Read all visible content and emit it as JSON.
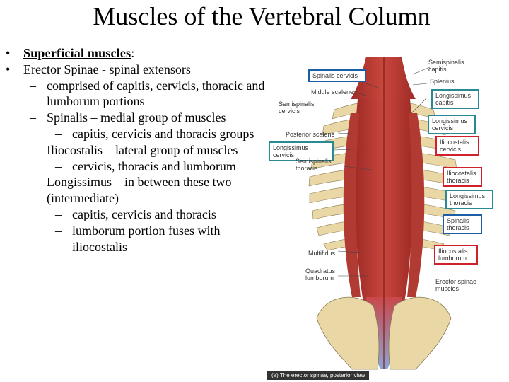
{
  "slide": {
    "title": "Muscles of the Vertebral Column",
    "bullets": {
      "b1_label": "Superficial muscles",
      "b1_suffix": ":",
      "b2": "Erector Spinae - spinal extensors",
      "b2_sub1": "comprised of capitis, cervicis, thoracic and lumborum portions",
      "b2_sub2": "Spinalis – medial group of muscles",
      "b2_sub2_sub1": "capitis, cervicis and thoracis groups",
      "b2_sub3": "Iliocostalis – lateral group of muscles",
      "b2_sub3_sub1": "cervicis, thoracis and lumborum",
      "b2_sub4": "Longissimus – in between these two (intermediate)",
      "b2_sub4_sub1": "capitis, cervicis and thoracis",
      "b2_sub4_sub2": "lumborum portion fuses with iliocostalis"
    },
    "markers": {
      "level1": "•",
      "level2": "–",
      "level3": "–"
    }
  },
  "figure": {
    "caption": "(a) The erector spinae, posterior view",
    "plain_labels": {
      "semispinalis_capitis": "Semispinalis capitis",
      "splenius": "Splenius",
      "middle_scalene": "Middle scalene",
      "semispinalis_cervicis": "Semispinalis cervicis",
      "posterior_scalene": "Posterior scalene",
      "semispinalis_thoracis": "Semispinalis thoracis",
      "multifidus": "Multifidus",
      "quadratus_lumborum": "Quadratus lumborum",
      "erector_spinae_muscles": "Erector spinae muscles"
    },
    "boxed_labels": {
      "spinalis_cervicis": "Spinalis cervicis",
      "longissimus_cervicis_left": "Longissimus cervicis",
      "longissimus_capitis": "Longissimus capitis",
      "longissimus_cervicis_right": "Longissimus cervicis",
      "iliocostalis_cervicis": "Iliocostalis cervicis",
      "iliocostalis_thoracis": "Iliocostalis thoracis",
      "longissimus_thoracis": "Longissimus thoracis",
      "spinalis_thoracis": "Spinalis thoracis",
      "iliocostalis_lumborum": "Iliocostalis lumborum"
    },
    "colors": {
      "blue": "#1b5ea8",
      "teal": "#2a8a94",
      "red": "#d0212b",
      "muscle": "#b8322e",
      "bone": "#e9d7a6"
    }
  }
}
